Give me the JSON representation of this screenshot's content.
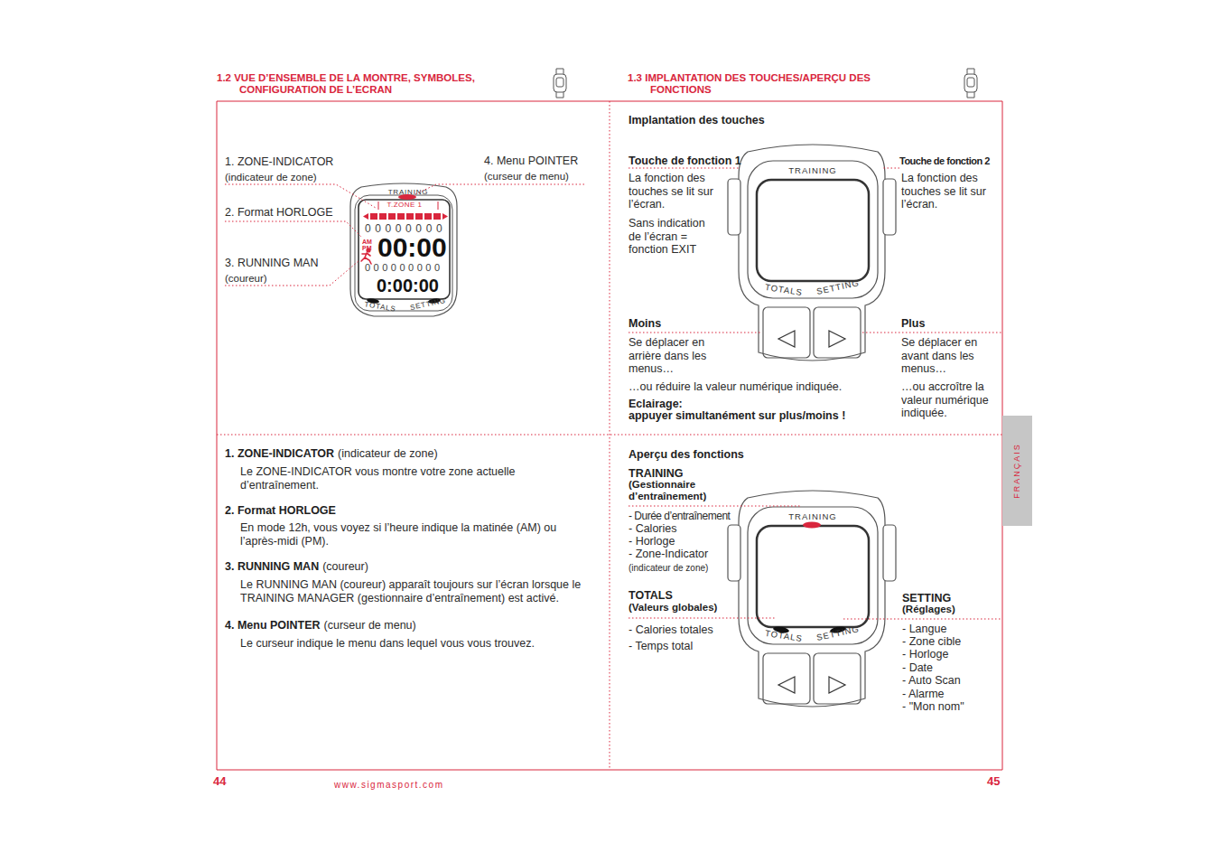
{
  "diagram": {
    "nodes": [
      {
        "text": [
          "1.2 VUE D’ENSEMBLE DE LA MONTRE, SYMBOLES, CONFIGURATION DE L’ECRAN"
        ]
      },
      {
        "text": [
          "1.3 IMPLANTATION DES TOUCHES/APERÇU DES FONCTIONS"
        ]
      },
      {
        "text": [
          "TRAINING",
          "TOTALS",
          "SETTING"
        ],
        "in": 0
      },
      {
        "text": [
          "T.ZONE 1",
          "00000000",
          "AM",
          "PM",
          "00:00",
          "000000000",
          "0:00:00"
        ],
        "in": 2
      },
      {
        "text": [
          "TRAINING",
          "TOTALS",
          "SETTING"
        ],
        "in": 1
      },
      {
        "text": [
          "TRAINING",
          "TOTALS",
          "SETTING"
        ],
        "in": 1
      },
      {
        "text": [
          "FRANÇAIS"
        ]
      }
    ],
    "labels": [
      "1. ZONE-INDICATOR",
      "(indicateur de zone)",
      "2. Format HORLOGE",
      "3. RUNNING MAN",
      "(coureur)",
      "4. Menu POINTER",
      "(curseur de menu)",
      "1. ZONE-INDICATOR",
      "(indicateur de zone)",
      "Le ZONE-INDICATOR vous montre votre zone actuelle d’entraînement.",
      "2. Format HORLOGE",
      "En mode 12h, vous voyez si l’heure indique la matinée (AM) ou l’après-midi (PM).",
      "3. RUNNING MAN",
      "(coureur)",
      "Le RUNNING MAN (coureur) apparaît toujours sur l’écran lorsque le TRAINING MANAGER (gestionnaire d’entraînement) est activé.",
      "4. Menu POINTER",
      "(curseur de menu)",
      "Le curseur indique le menu dans lequel vous vous trouvez.",
      "44",
      "www.sigmasport.com",
      "45",
      "Implantation des touches",
      "Touche de fonction 1",
      "La fonction des touches se lit sur l’écran.",
      "Sans indication de l’écran = fonction EXIT",
      "Touche de fonction 2",
      "La fonction des touches se lit sur l’écran.",
      "Moins",
      "Se déplacer en arrière dans les menus…",
      "…ou réduire la valeur numérique indiquée.",
      "Eclairage:",
      "appuyer simultanément sur plus/moins !",
      "Plus",
      "Se déplacer en avant dans les menus…",
      "…ou accroître la valeur numérique indiquée.",
      "Aperçu des fonctions",
      "TRAINING",
      "(Gestionnaire d’entraînement)",
      "- Durée d’entraînement",
      "- Calories",
      "- Horloge",
      "- Zone-Indicator",
      "(indicateur de zone)",
      "TOTALS",
      "(Valeurs globales)",
      "- Calories totales",
      "- Temps total",
      "SETTING",
      "(Réglages)",
      "- Langue",
      "- Zone cible",
      "- Horloge",
      "- Date",
      "- Auto Scan",
      "- Alarme",
      "- \"Mon nom\""
    ]
  }
}
